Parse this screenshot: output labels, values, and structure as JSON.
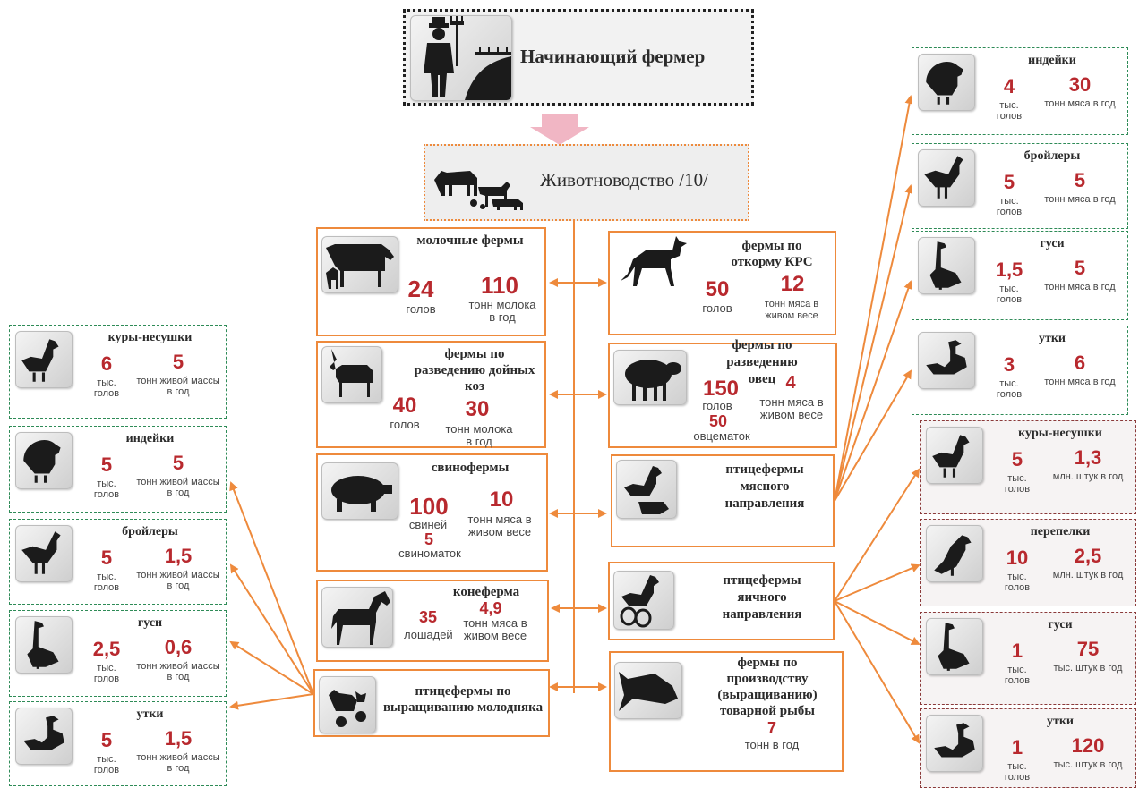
{
  "root": {
    "label": "Начинающий фермер"
  },
  "main": {
    "label": "Животноводство /10/"
  },
  "center_left": [
    {
      "title": "молочные фермы",
      "v1": "24",
      "u1": "голов",
      "v2": "110",
      "u2": "тонн молока в год"
    },
    {
      "title": "фермы по разведению дойных коз",
      "v1": "40",
      "u1": "голов",
      "v2": "30",
      "u2": "тонн молока в год"
    },
    {
      "title": "свинофермы",
      "v1": "100",
      "u1": "свиней",
      "v3": "5",
      "u3": "свиноматок",
      "v2": "10",
      "u2": "тонн мяса в живом весе"
    },
    {
      "title": "конеферма",
      "v1": "35",
      "u1": "лошадей",
      "v2": "4,9",
      "u2": "тонн мяса в живом весе"
    },
    {
      "title": "птицефермы по выращиванию молодняка"
    }
  ],
  "center_right": [
    {
      "title": "фермы по откорму КРС",
      "v1": "50",
      "u1": "голов",
      "v2": "12",
      "u2": "тонн мяса в живом весе"
    },
    {
      "title": "фермы по разведению овец",
      "v1": "150",
      "u1": "голов",
      "v3": "50",
      "u3": "овцематок",
      "v2": "4",
      "u2": "тонн мяса в живом весе"
    },
    {
      "title": "птицефермы мясного направления"
    },
    {
      "title": "птицефермы яичного направления"
    },
    {
      "title": "фермы по производству (выращиванию) товарной рыбы",
      "v1": "7",
      "u1": "тонн в год"
    }
  ],
  "left_boxes": [
    {
      "title": "куры-несушки",
      "v1": "6",
      "u1": "тыс. голов",
      "v2": "5",
      "u2": "тонн живой массы в год"
    },
    {
      "title": "индейки",
      "v1": "5",
      "u1": "тыс. голов",
      "v2": "5",
      "u2": "тонн живой массы в год"
    },
    {
      "title": "бройлеры",
      "v1": "5",
      "u1": "тыс. голов",
      "v2": "1,5",
      "u2": "тонн живой массы в год"
    },
    {
      "title": "гуси",
      "v1": "2,5",
      "u1": "тыс. голов",
      "v2": "0,6",
      "u2": "тонн живой массы в год"
    },
    {
      "title": "утки",
      "v1": "5",
      "u1": "тыс. голов",
      "v2": "1,5",
      "u2": "тонн живой массы в год"
    }
  ],
  "right_top": [
    {
      "title": "индейки",
      "v1": "4",
      "u1": "тыс. голов",
      "v2": "30",
      "u2": "тонн мяса в год"
    },
    {
      "title": "бройлеры",
      "v1": "5",
      "u1": "тыс. голов",
      "v2": "5",
      "u2": "тонн мяса в год"
    },
    {
      "title": "гуси",
      "v1": "1,5",
      "u1": "тыс. голов",
      "v2": "5",
      "u2": "тонн мяса в год"
    },
    {
      "title": "утки",
      "v1": "3",
      "u1": "тыс. голов",
      "v2": "6",
      "u2": "тонн мяса в год"
    }
  ],
  "right_bottom": [
    {
      "title": "куры-несушки",
      "v1": "5",
      "u1": "тыс. голов",
      "v2": "1,3",
      "u2": "млн. штук в год"
    },
    {
      "title": "перепелки",
      "v1": "10",
      "u1": "тыс. голов",
      "v2": "2,5",
      "u2": "млн. штук в год"
    },
    {
      "title": "гуси",
      "v1": "1",
      "u1": "тыс. голов",
      "v2": "75",
      "u2": "тыс. штук в год"
    },
    {
      "title": "утки",
      "v1": "1",
      "u1": "тыс. голов",
      "v2": "120",
      "u2": "тыс. штук в год"
    }
  ],
  "colors": {
    "accent": "#ee8a3c",
    "value": "#b8292e",
    "green_border": "#2e8b57",
    "red_border": "#8b3a3a"
  },
  "icons": [
    "farmer-icon",
    "livestock-icon",
    "cow-icon",
    "goat-icon",
    "pig-icon",
    "horse-icon",
    "chicks-icon",
    "bull-icon",
    "sheep-icon",
    "meat-hen-icon",
    "egg-hen-icon",
    "fish-icon",
    "hen-icon",
    "turkey-icon",
    "broiler-icon",
    "goose-icon",
    "duck-icon",
    "quail-icon"
  ]
}
